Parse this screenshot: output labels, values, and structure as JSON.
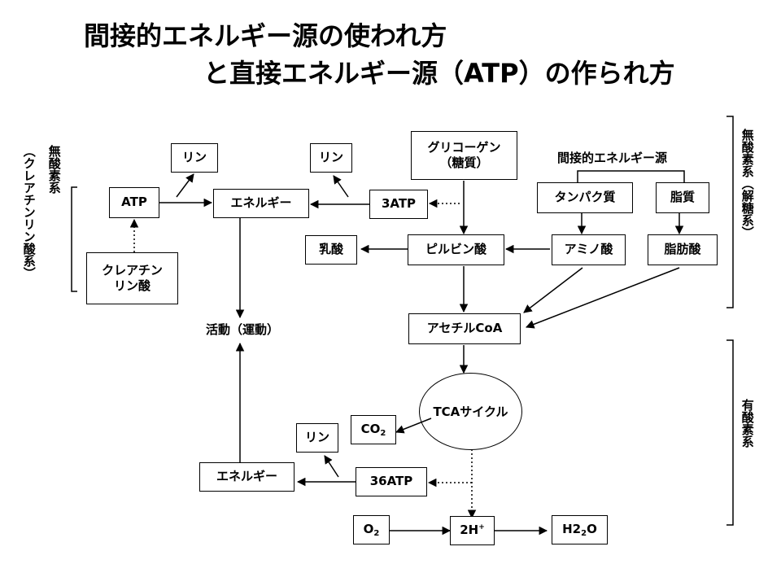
{
  "title": {
    "line1": "間接的エネルギー源の使われ方",
    "line2": "と直接エネルギー源（ATP）の作られ方"
  },
  "nodes": {
    "atp": "ATP",
    "rin_top_left": "リン",
    "rin_top_mid": "リン",
    "energy_top": "エネルギー",
    "atp3": "3ATP",
    "glycogen_line1": "グリコーゲン",
    "glycogen_line2": "（糖質）",
    "indirect_source": "間接的エネルギー源",
    "protein": "タンパク質",
    "lipid": "脂質",
    "creatine_line1": "クレアチン",
    "creatine_line2": "リン酸",
    "lactic_acid": "乳酸",
    "pyruvic_acid": "ピルビン酸",
    "amino_acid": "アミノ酸",
    "fatty_acid": "脂肪酸",
    "activity": "活動（運動）",
    "acetyl_coa": "アセチルCoA",
    "tca_cycle": "TCAサイクル",
    "co2_base": "CO",
    "co2_sub": "2",
    "rin_bottom": "リン",
    "energy_bottom": "エネルギー",
    "atp36": "36ATP",
    "o2_base": "O",
    "o2_sub": "2",
    "h_base": "2H",
    "h_sup": "+",
    "h2o_base": "H2",
    "h2o_sub": "2",
    "h2o_tail": "O"
  },
  "side_labels": {
    "left_anaerobic": "無酸素系",
    "left_creatine_system": "（クレアチンリン酸系）",
    "right_anaerobic": "無酸素系（解糖系）",
    "right_aerobic": "有酸素系"
  }
}
